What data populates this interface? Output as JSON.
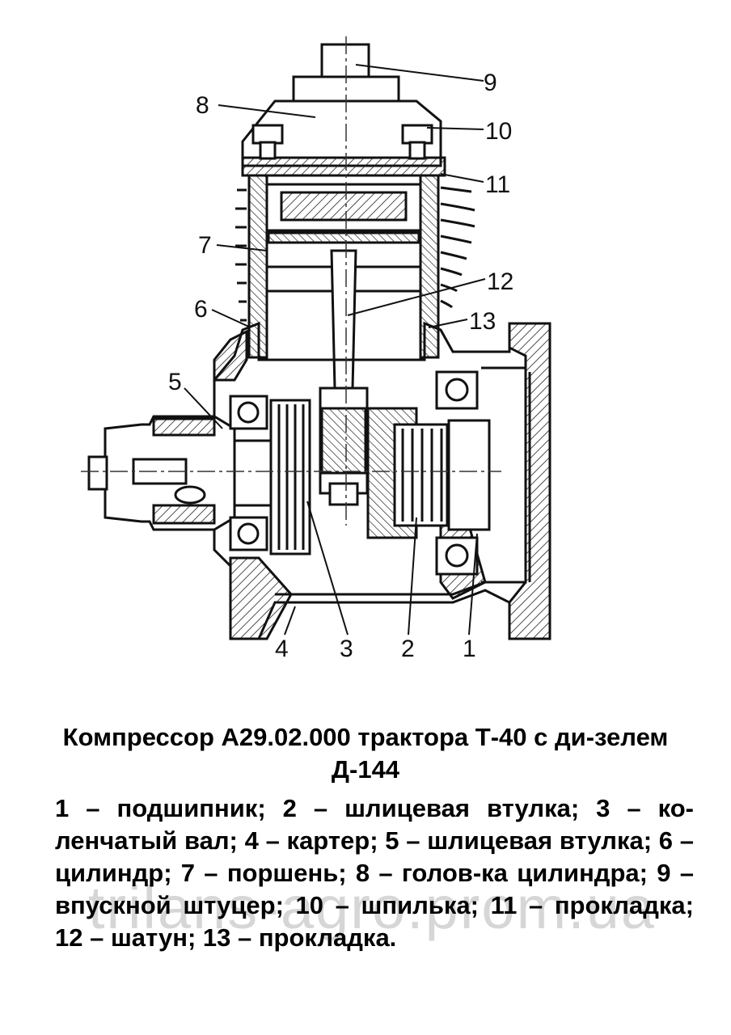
{
  "diagram": {
    "callouts": {
      "c1": "1",
      "c2": "2",
      "c3": "3",
      "c4": "4",
      "c5": "5",
      "c6": "6",
      "c7": "7",
      "c8": "8",
      "c9": "9",
      "c10": "10",
      "c11": "11",
      "c12": "12",
      "c13": "13"
    }
  },
  "caption": {
    "title": "Компрессор А29.02.000 трактора Т-40 с ди-зелем Д-144",
    "legend": "1 – подшипник;  2 – шлицевая втулка;  3 – ко-ленчатый вал;  4 – картер;  5 – шлицевая втулка;  6 – цилиндр;  7 – поршень;  8 – голов-ка цилиндра;  9 – впускной штуцер;  10 – шпилька;  11 – прокладка;  12 – шатун;  13 – прокладка."
  },
  "watermark": "trilans-agro.prom.ua"
}
